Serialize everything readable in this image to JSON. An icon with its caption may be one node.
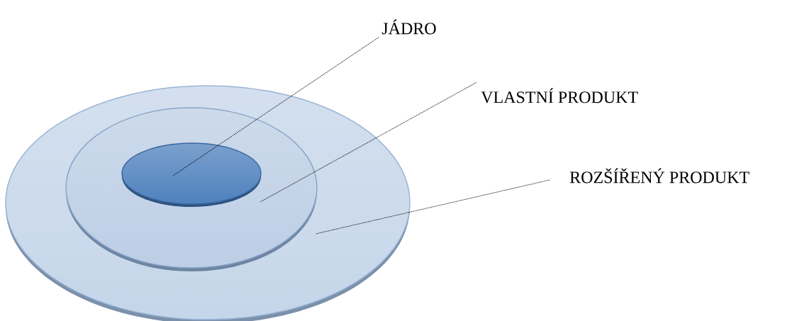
{
  "diagram": {
    "nodes": [
      {
        "text": [],
        "shape": "ellipse"
      },
      {
        "text": [],
        "shape": "ellipse",
        "in": 0
      },
      {
        "text": [],
        "shape": "ellipse",
        "in": 1
      },
      {
        "text": [
          "JÁDRO"
        ]
      },
      {
        "text": [
          "VLASTNÍ PRODUKT"
        ]
      },
      {
        "text": [
          "ROZŠÍŘENÝ PRODUKT"
        ]
      }
    ],
    "edges": [
      {
        "from": 3,
        "to": 2,
        "arrow": "none",
        "style": "dashed"
      },
      {
        "from": 4,
        "to": 1,
        "arrow": "none",
        "style": "dashed"
      },
      {
        "from": 5,
        "to": 0,
        "arrow": "none",
        "style": "dashed"
      }
    ]
  }
}
